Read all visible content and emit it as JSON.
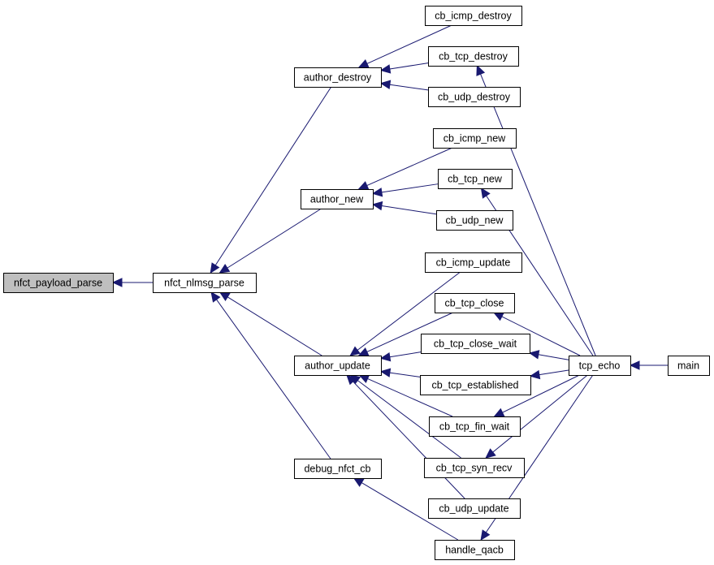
{
  "graph": {
    "nodes": [
      {
        "id": "nfct_payload_parse",
        "label": "nfct_payload_parse",
        "highlight": true
      },
      {
        "id": "nfct_nlmsg_parse",
        "label": "nfct_nlmsg_parse"
      },
      {
        "id": "author_destroy",
        "label": "author_destroy"
      },
      {
        "id": "author_new",
        "label": "author_new"
      },
      {
        "id": "author_update",
        "label": "author_update"
      },
      {
        "id": "debug_nfct_cb",
        "label": "debug_nfct_cb"
      },
      {
        "id": "cb_icmp_destroy",
        "label": "cb_icmp_destroy"
      },
      {
        "id": "cb_tcp_destroy",
        "label": "cb_tcp_destroy"
      },
      {
        "id": "cb_udp_destroy",
        "label": "cb_udp_destroy"
      },
      {
        "id": "cb_icmp_new",
        "label": "cb_icmp_new"
      },
      {
        "id": "cb_tcp_new",
        "label": "cb_tcp_new"
      },
      {
        "id": "cb_udp_new",
        "label": "cb_udp_new"
      },
      {
        "id": "cb_icmp_update",
        "label": "cb_icmp_update"
      },
      {
        "id": "cb_tcp_close",
        "label": "cb_tcp_close"
      },
      {
        "id": "cb_tcp_close_wait",
        "label": "cb_tcp_close_wait"
      },
      {
        "id": "cb_tcp_established",
        "label": "cb_tcp_established"
      },
      {
        "id": "cb_tcp_fin_wait",
        "label": "cb_tcp_fin_wait"
      },
      {
        "id": "cb_tcp_syn_recv",
        "label": "cb_tcp_syn_recv"
      },
      {
        "id": "cb_udp_update",
        "label": "cb_udp_update"
      },
      {
        "id": "handle_qacb",
        "label": "handle_qacb"
      },
      {
        "id": "tcp_echo",
        "label": "tcp_echo"
      },
      {
        "id": "main",
        "label": "main"
      }
    ],
    "edges": [
      {
        "from": "nfct_nlmsg_parse",
        "to": "nfct_payload_parse"
      },
      {
        "from": "author_destroy",
        "to": "nfct_nlmsg_parse"
      },
      {
        "from": "author_new",
        "to": "nfct_nlmsg_parse"
      },
      {
        "from": "author_update",
        "to": "nfct_nlmsg_parse"
      },
      {
        "from": "debug_nfct_cb",
        "to": "nfct_nlmsg_parse"
      },
      {
        "from": "cb_icmp_destroy",
        "to": "author_destroy"
      },
      {
        "from": "cb_tcp_destroy",
        "to": "author_destroy"
      },
      {
        "from": "cb_udp_destroy",
        "to": "author_destroy"
      },
      {
        "from": "cb_icmp_new",
        "to": "author_new"
      },
      {
        "from": "cb_tcp_new",
        "to": "author_new"
      },
      {
        "from": "cb_udp_new",
        "to": "author_new"
      },
      {
        "from": "cb_icmp_update",
        "to": "author_update"
      },
      {
        "from": "cb_tcp_close",
        "to": "author_update"
      },
      {
        "from": "cb_tcp_close_wait",
        "to": "author_update"
      },
      {
        "from": "cb_tcp_established",
        "to": "author_update"
      },
      {
        "from": "cb_tcp_fin_wait",
        "to": "author_update"
      },
      {
        "from": "cb_tcp_syn_recv",
        "to": "author_update"
      },
      {
        "from": "cb_udp_update",
        "to": "author_update"
      },
      {
        "from": "handle_qacb",
        "to": "debug_nfct_cb"
      },
      {
        "from": "tcp_echo",
        "to": "cb_tcp_destroy"
      },
      {
        "from": "tcp_echo",
        "to": "cb_tcp_new"
      },
      {
        "from": "tcp_echo",
        "to": "cb_tcp_close"
      },
      {
        "from": "tcp_echo",
        "to": "cb_tcp_close_wait"
      },
      {
        "from": "tcp_echo",
        "to": "cb_tcp_established"
      },
      {
        "from": "tcp_echo",
        "to": "cb_tcp_fin_wait"
      },
      {
        "from": "tcp_echo",
        "to": "cb_tcp_syn_recv"
      },
      {
        "from": "tcp_echo",
        "to": "handle_qacb"
      },
      {
        "from": "main",
        "to": "tcp_echo"
      }
    ],
    "colors": {
      "edge": "#191970",
      "highlight_fill": "#bfbfbf",
      "node_fill": "#ffffff",
      "node_stroke": "#000000"
    }
  }
}
